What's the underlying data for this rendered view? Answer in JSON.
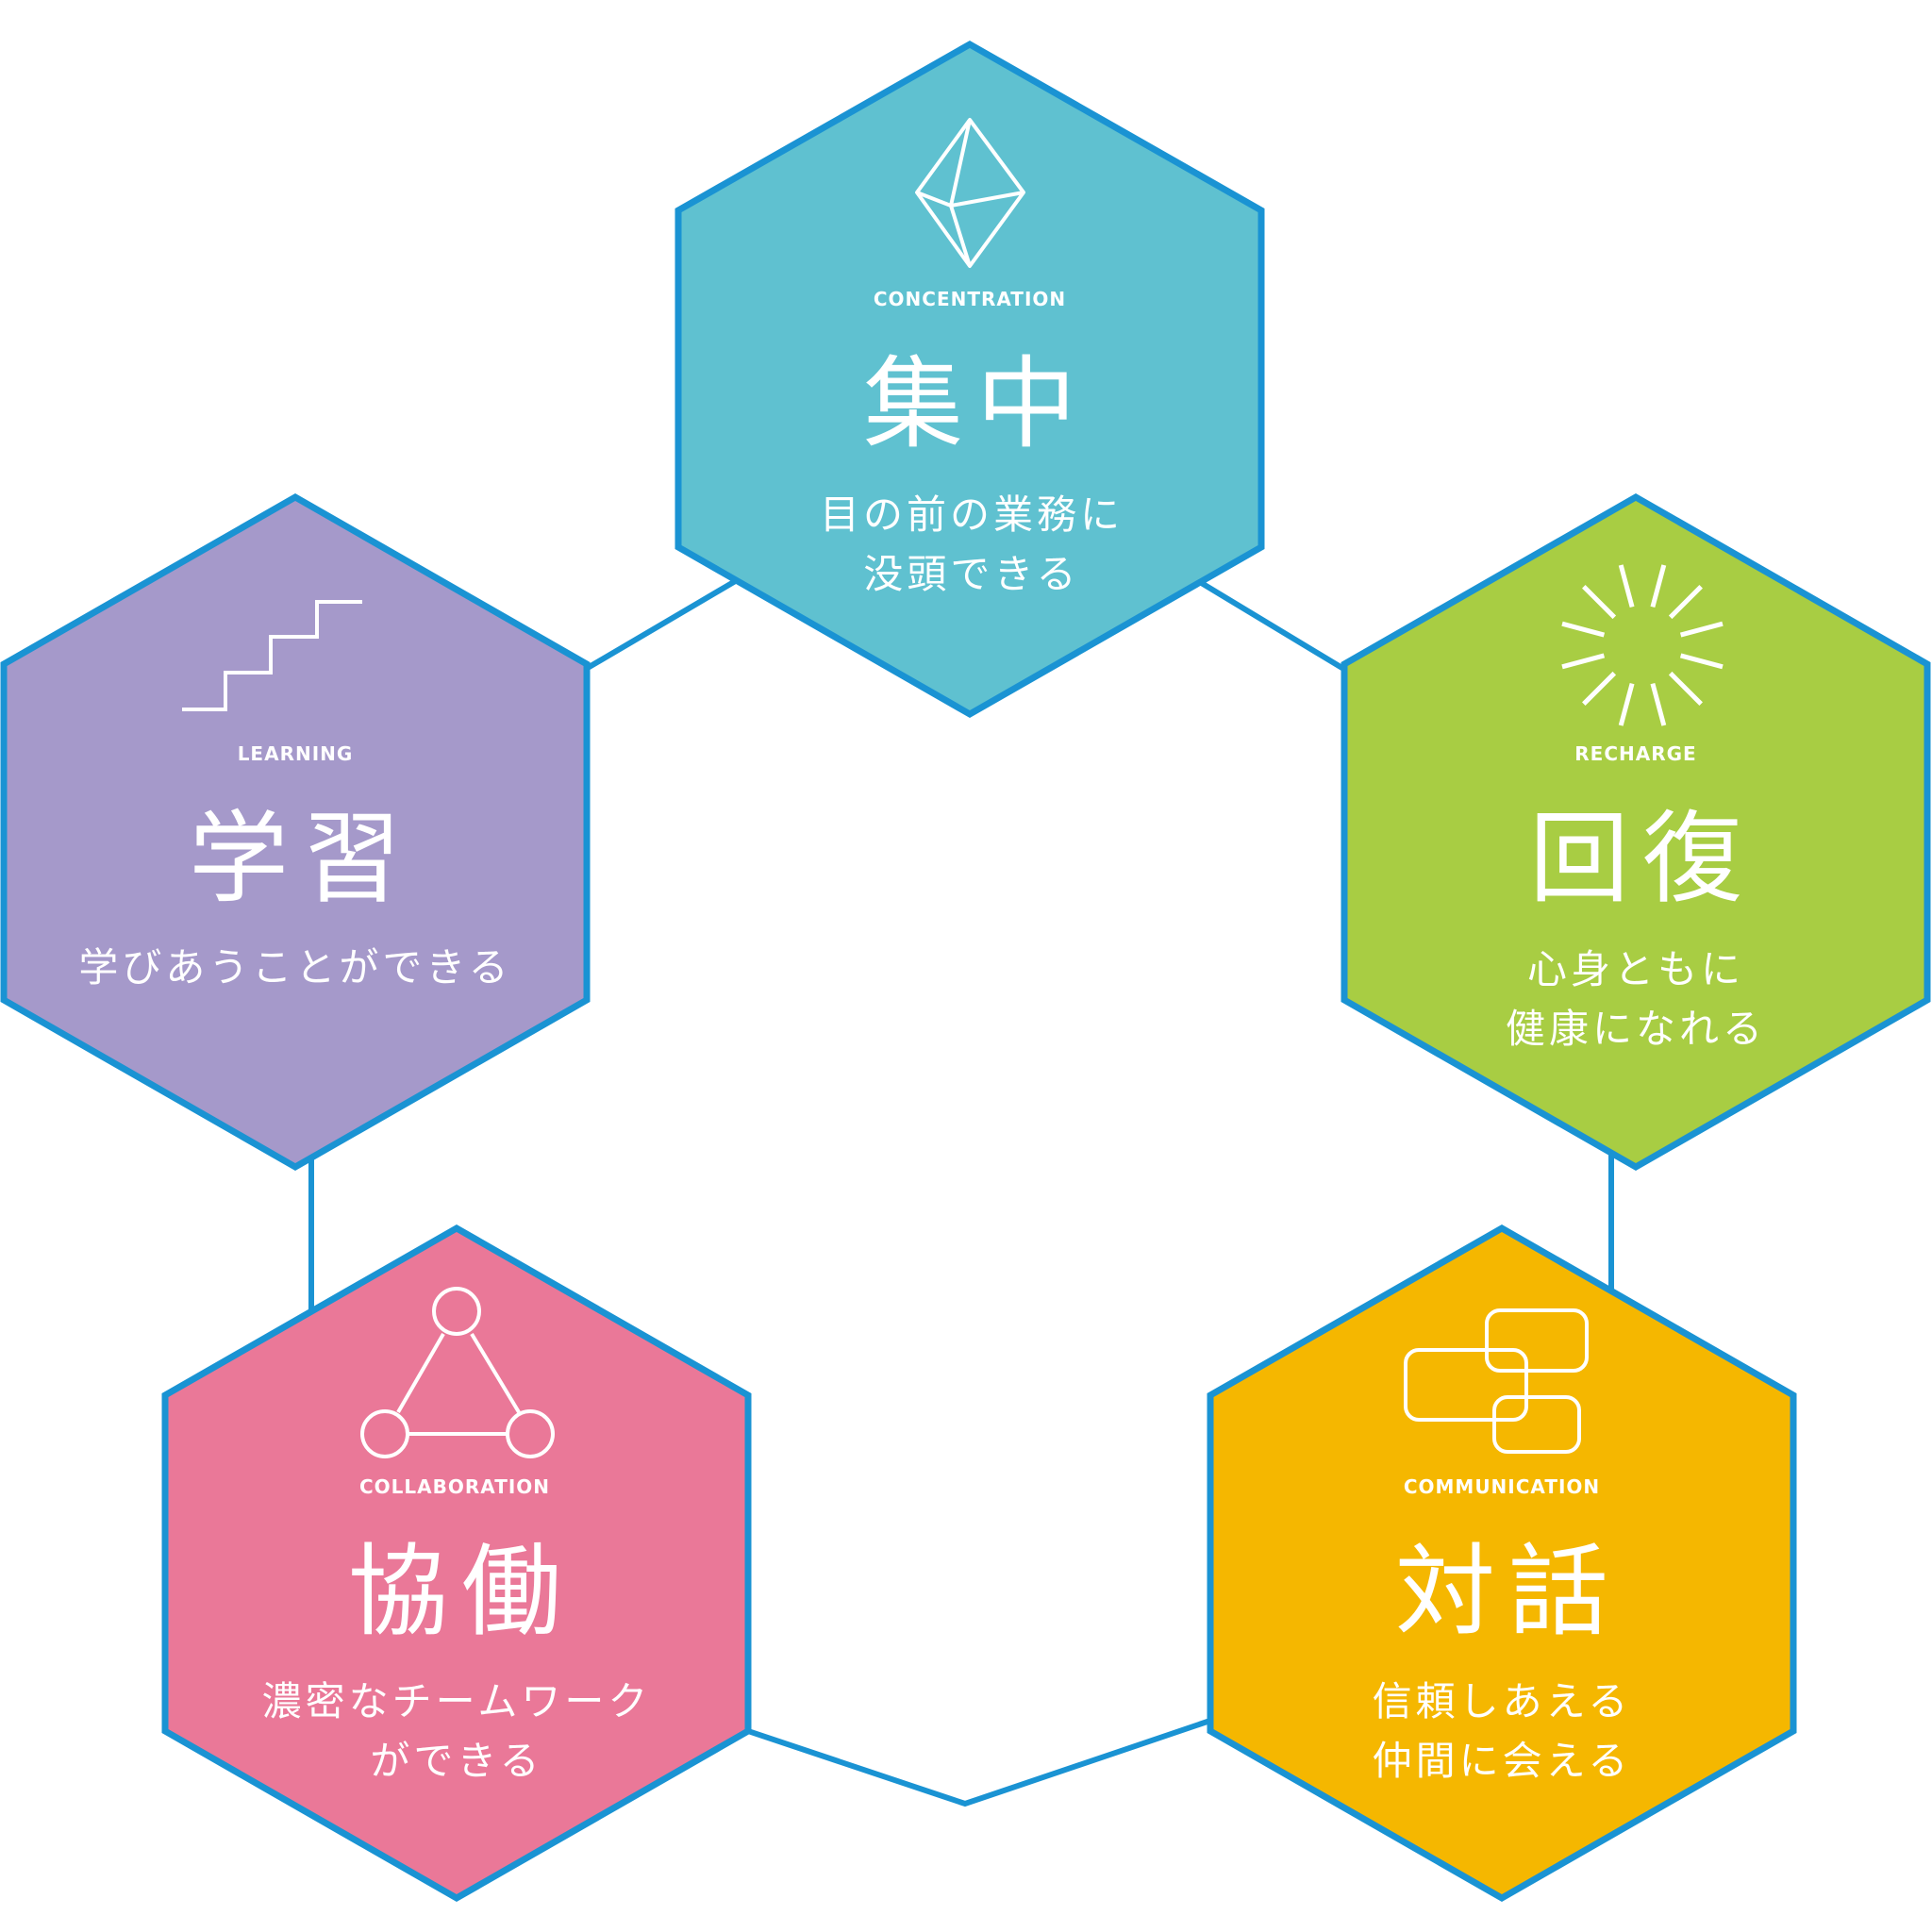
{
  "colors": {
    "outline": "#1a93d3",
    "connector": "#1a93d3",
    "text": "#ffffff",
    "concentration": "#5fc1d0",
    "recharge": "#a8cd43",
    "communication": "#f5b700",
    "collaboration": "#ea7898",
    "learning": "#a599ca"
  },
  "cells": [
    {
      "id": "concentration",
      "en": "CONCENTRATION",
      "title": "集中",
      "desc": [
        "目の前の業務に",
        "没頭できる"
      ],
      "icon": "diamond-crystal-icon",
      "color": "#5fc1d0"
    },
    {
      "id": "recharge",
      "en": "RECHARGE",
      "title": "回復",
      "desc": [
        "心身ともに",
        "健康になれる"
      ],
      "icon": "radiating-lines-icon",
      "color": "#a8cd43"
    },
    {
      "id": "communication",
      "en": "COMMUNICATION",
      "title": "対話",
      "desc": [
        "信頼しあえる",
        "仲間に会える"
      ],
      "icon": "overlapping-rectangles-icon",
      "color": "#f5b700"
    },
    {
      "id": "collaboration",
      "en": "COLLABORATION",
      "title": "協働",
      "desc": [
        "濃密なチームワーク",
        "ができる"
      ],
      "icon": "triangle-nodes-icon",
      "color": "#ea7898"
    },
    {
      "id": "learning",
      "en": "LEARNING",
      "title": "学習",
      "desc": [
        "学びあうことができる"
      ],
      "icon": "staircase-icon",
      "color": "#a599ca"
    }
  ]
}
